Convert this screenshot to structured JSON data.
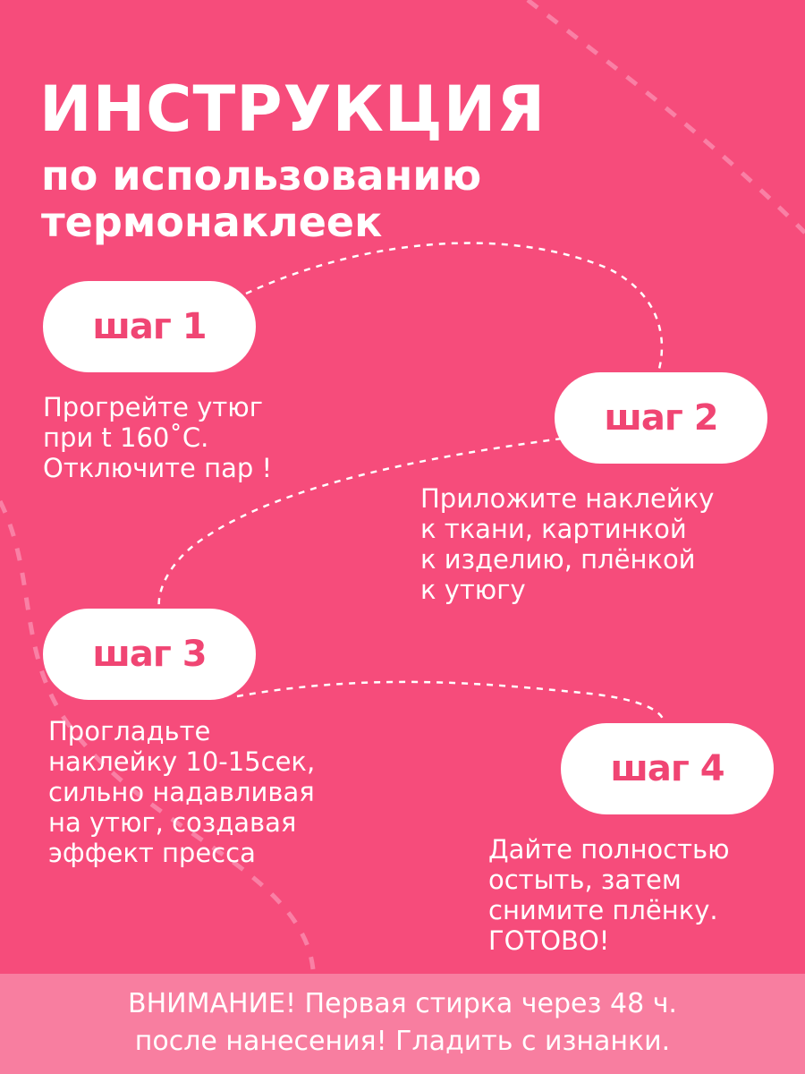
{
  "header": {
    "title": "ИНСТРУКЦИЯ",
    "subtitle": "по использованию термонаклеек"
  },
  "steps": [
    {
      "label": "шаг 1",
      "text": "Прогрейте утюг\nпри t 160˚С.\nОтключите пар !"
    },
    {
      "label": "шаг 2",
      "text": "Приложите наклейку\nк ткани, картинкой\nк изделию, плёнкой\nк утюгу"
    },
    {
      "label": "шаг 3",
      "text": "Прогладьте\nнаклейку 10-15сек,\nсильно надавливая\nна утюг, создавая\nэффект пресса"
    },
    {
      "label": "шаг 4",
      "text": "Дайте полностью\nостыть, затем\nснимите плёнку.\nГОТОВО!"
    }
  ],
  "notice": {
    "line1": "ВНИМАНИЕ! Первая стирка через 48 ч.",
    "line2": "после нанесения! Гладить с изнанки."
  },
  "colors": {
    "background": "#f64c7b",
    "accent_text": "#f04573",
    "notice_band": "#f87ea0",
    "text": "#ffffff"
  }
}
